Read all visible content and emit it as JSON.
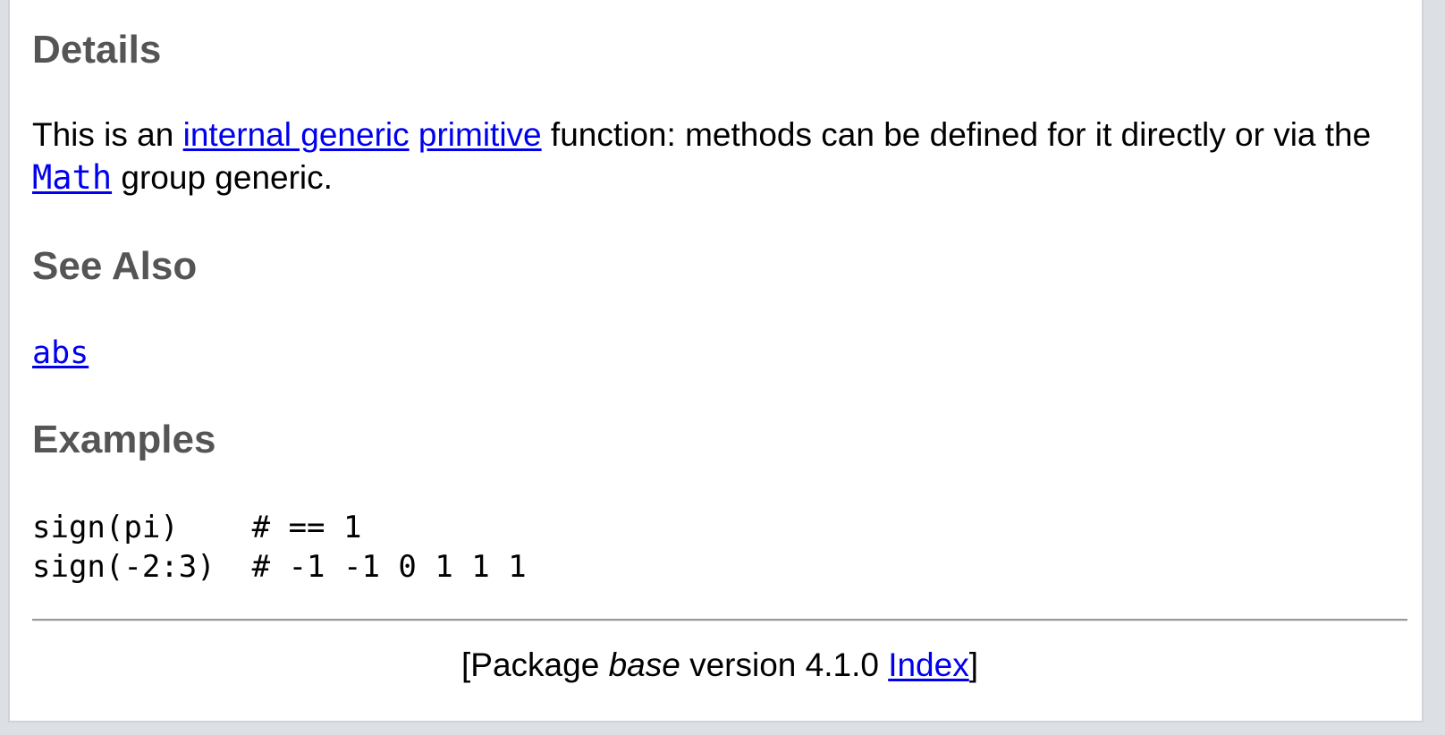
{
  "details": {
    "heading": "Details",
    "text_1": "This is an ",
    "link_internal_generic": "internal generic",
    "link_primitive": "primitive",
    "text_2": " function: methods can be defined for it directly or via the ",
    "link_math": "Math",
    "text_3": " group generic."
  },
  "see_also": {
    "heading": "See Also",
    "link_abs": "abs"
  },
  "examples": {
    "heading": "Examples",
    "code_lines": [
      "sign(pi)    # == 1",
      "sign(-2:3)  # -1 -1 0 1 1 1"
    ]
  },
  "footer": {
    "prefix": "[Package ",
    "package_name": "base",
    "version_text": " version 4.1.0 ",
    "link_index": "Index",
    "suffix": "]"
  },
  "colors": {
    "link": "#0000ee",
    "heading": "#555555",
    "background": "#dcdfe3"
  }
}
